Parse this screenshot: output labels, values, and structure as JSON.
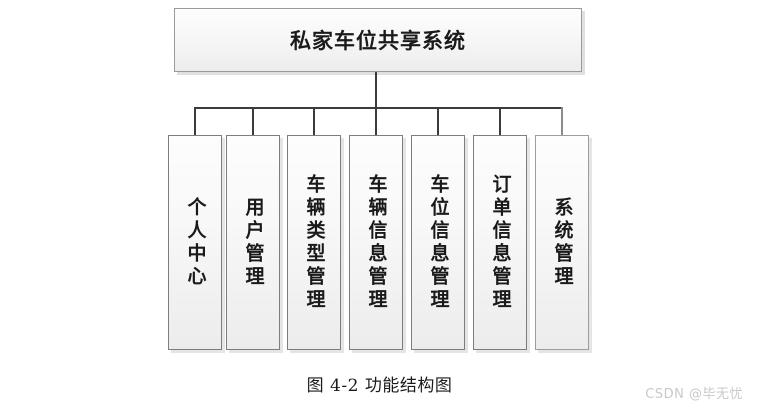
{
  "figure": {
    "root": {
      "label": "私家车位共享系统"
    },
    "nodes": [
      {
        "label": "个人中心"
      },
      {
        "label": "用户管理"
      },
      {
        "label": "车辆类型管理"
      },
      {
        "label": "车辆信息管理"
      },
      {
        "label": "车位信息管理"
      },
      {
        "label": "订单信息管理"
      },
      {
        "label": "系统管理"
      }
    ],
    "caption": "图 4-2 功能结构图",
    "colors": {
      "background": "#ffffff",
      "node_fill_top": "#fdfdfd",
      "node_fill_bottom": "#ececec",
      "node_border": "#7d7d7d",
      "root_border": "#9a9a9a",
      "connector": "#3b3b3b",
      "connector_light": "#8c8c8c",
      "text": "#1a1a1a",
      "caption_text": "#1b1b1b",
      "watermark_text": "#c9c9c9"
    }
  },
  "watermark": {
    "text": "CSDN @毕无忧"
  }
}
